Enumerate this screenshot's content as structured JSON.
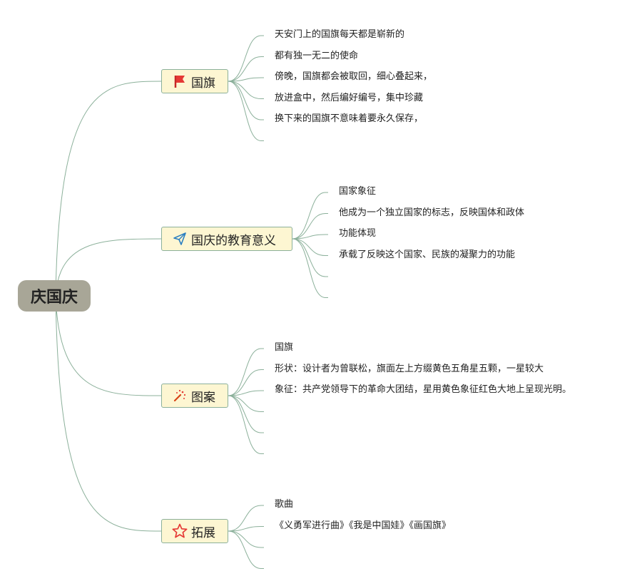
{
  "root": {
    "label": "庆国庆"
  },
  "branches": [
    {
      "label": "国旗",
      "icon": "red-flag-icon",
      "items": [
        "天安门上的国旗每天都是崭新的",
        "都有独一无二的使命",
        "傍晚，国旗都会被取回，细心叠起来，",
        "放进盒中，然后编好编号，集中珍藏",
        "换下来的国旗不意味着要永久保存，",
        ""
      ]
    },
    {
      "label": "国庆的教育意义",
      "icon": "paper-plane-icon",
      "items": [
        "国家象征",
        "他成为一个独立国家的标志，反映国体和政体",
        "功能体现",
        "承载了反映这个国家、民族的凝聚力的功能",
        "",
        ""
      ]
    },
    {
      "label": "图案",
      "icon": "magic-wand-icon",
      "items": [
        "国旗",
        "形状：设计者为曾联松，旗面左上方缀黄色五角星五颗，一星较大",
        "象征：共产党领导下的革命大团结，星用黄色象征红色大地上呈现光明。",
        "",
        "",
        ""
      ]
    },
    {
      "label": "拓展",
      "icon": "star-outline-icon",
      "items": [
        "歌曲",
        "《义勇军进行曲》《我是中国娃》《画国旗》",
        "",
        ""
      ]
    }
  ],
  "colors": {
    "line": "#8bb09a",
    "root_bg": "#a8a697",
    "topic_bg": "#fdf6d2"
  }
}
